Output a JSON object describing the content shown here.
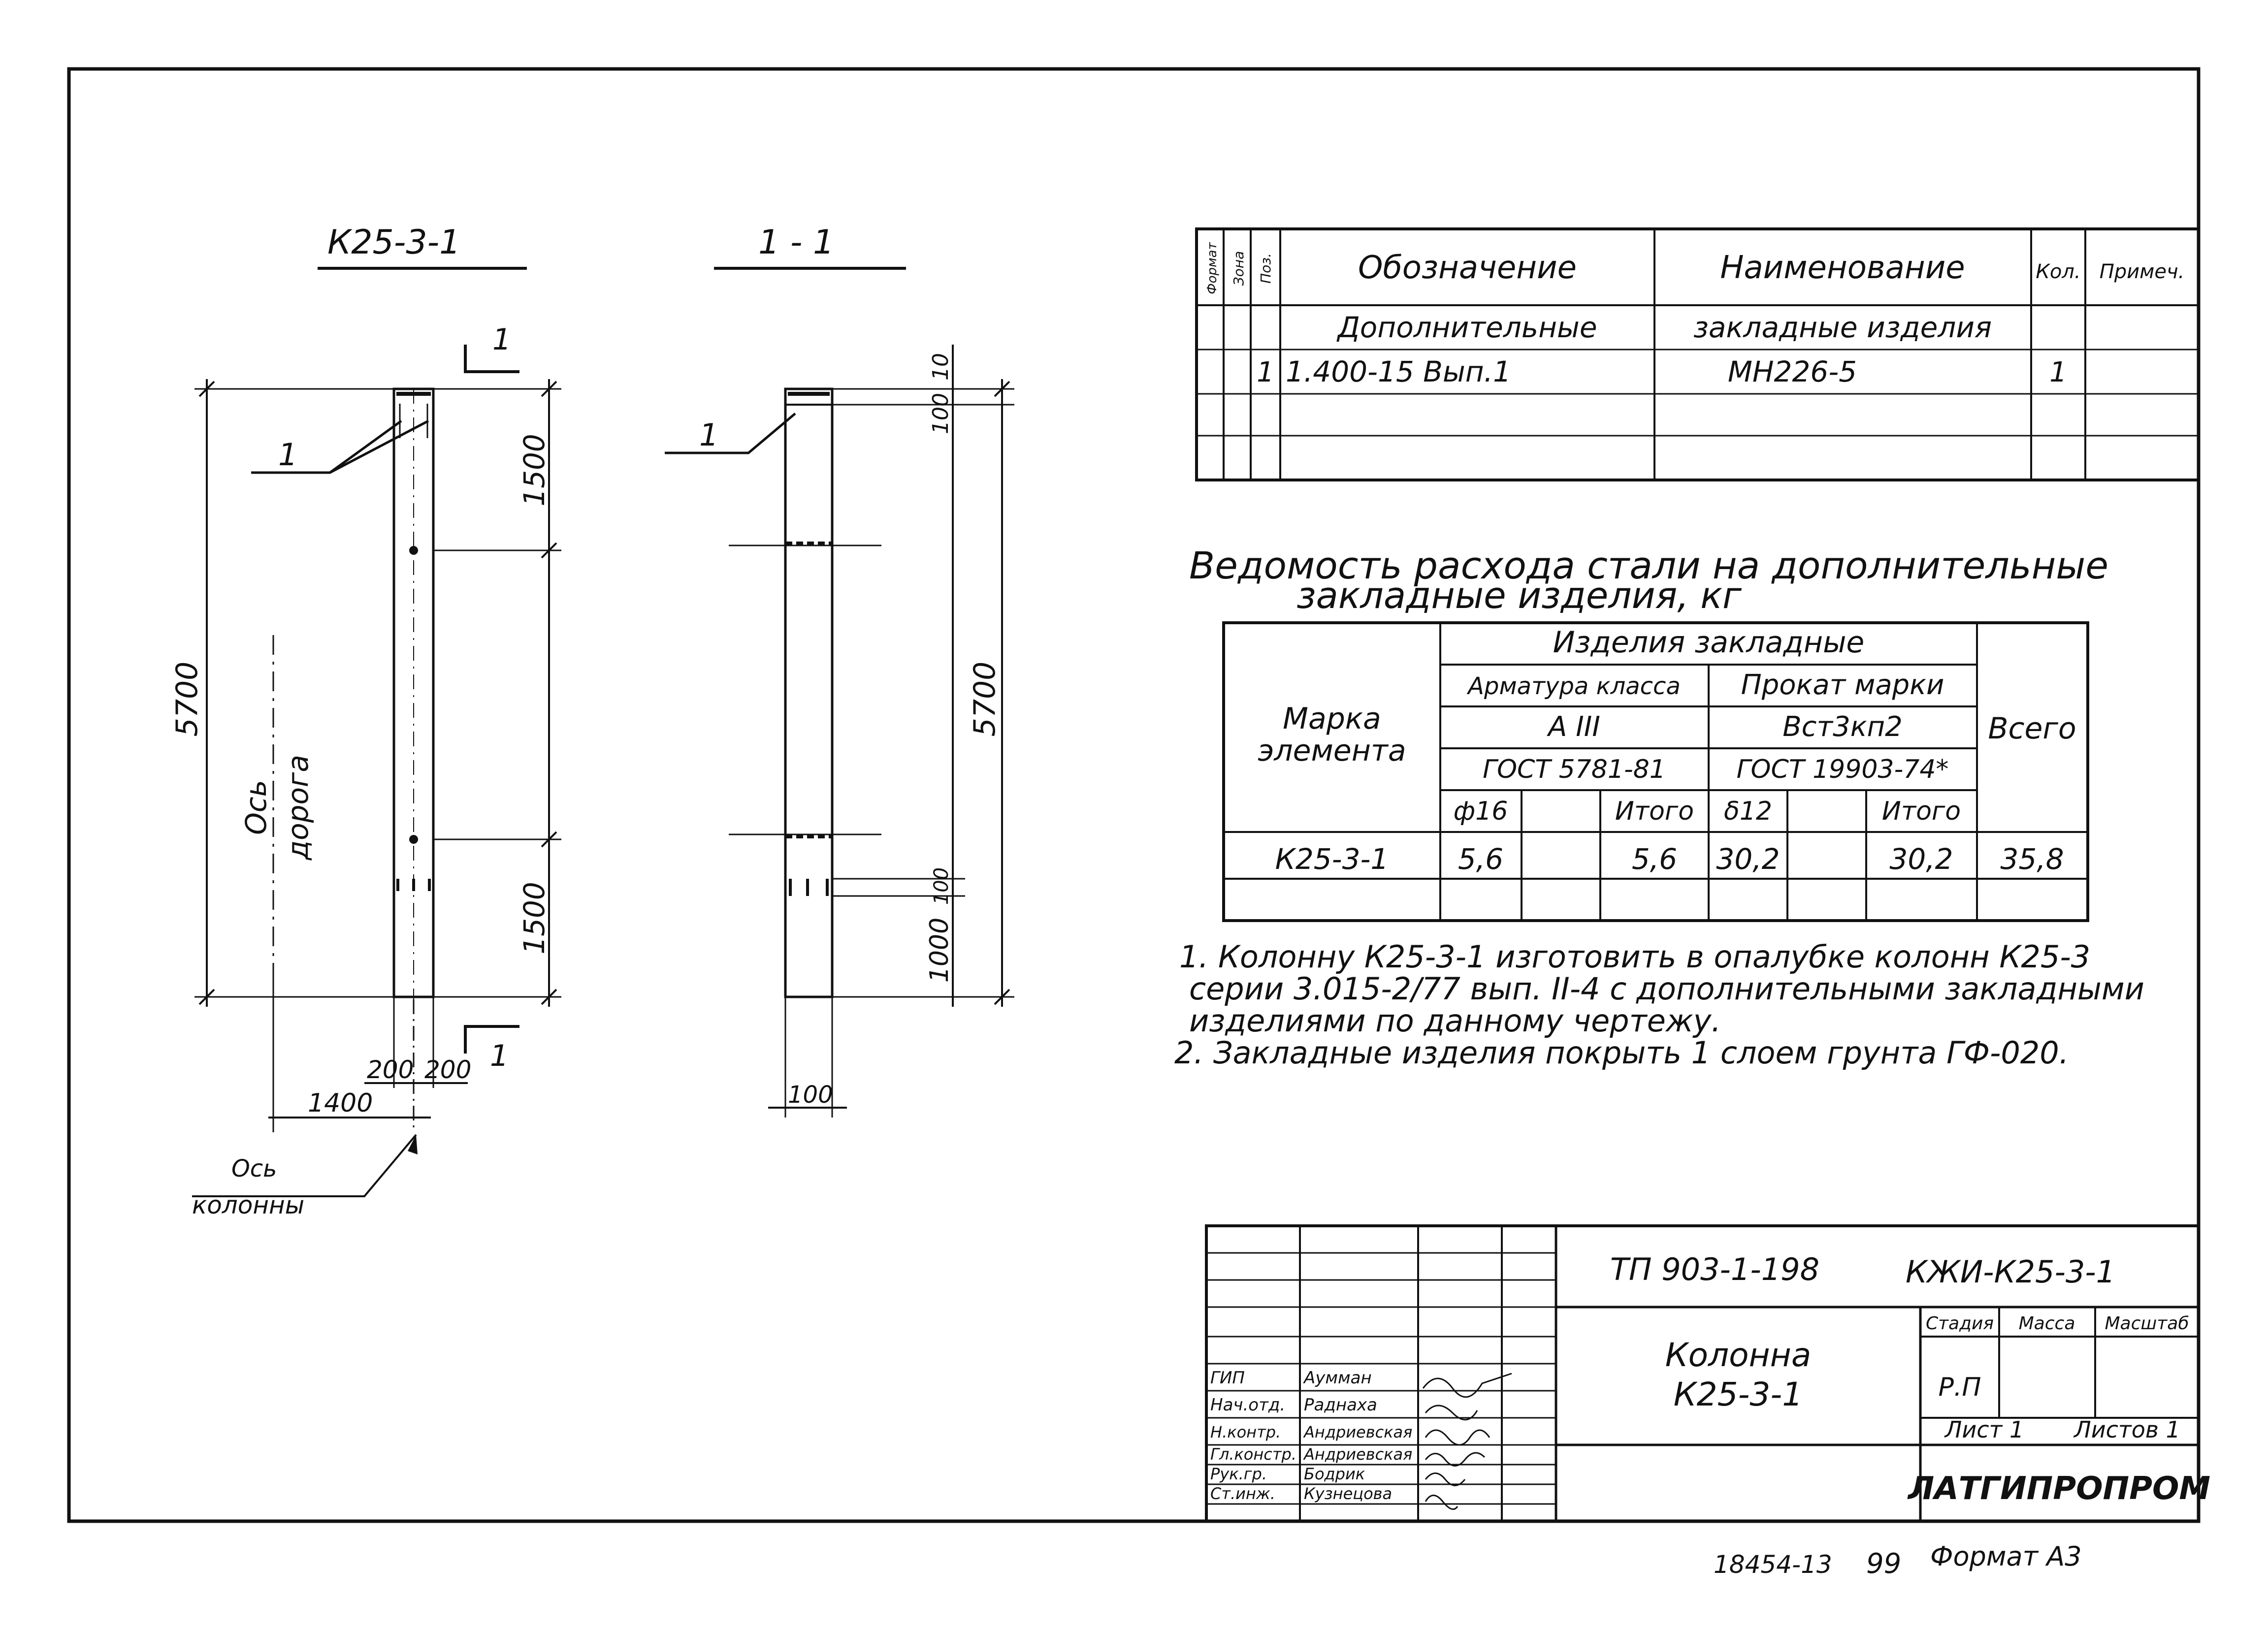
{
  "views": {
    "elevation": {
      "title": "К25-3-1",
      "leader": "1",
      "dim_total": "5700",
      "dim_top": "1500",
      "dim_bottom": "1500",
      "dim_200_left": "200",
      "dim_200_right": "200",
      "dim_1400": "1400",
      "axis_label_line1": "Ось",
      "axis_label_line2": "дорога",
      "column_axis_line1": "Ось",
      "column_axis_line2": "колонны",
      "section_mark": "1"
    },
    "section": {
      "title": "1 - 1",
      "leader": "1",
      "dim_total": "5700",
      "dim_top_100": "100",
      "dim_top_10": "10",
      "dim_bottom_1000": "1000",
      "dim_bottom_100": "100",
      "dim_width": "100"
    }
  },
  "spec_table": {
    "headers": {
      "format": "Формат",
      "zone": "Зона",
      "pos": "Поз.",
      "designation": "Обозначение",
      "name": "Наименование",
      "qty": "Кол.",
      "note": "Примеч."
    },
    "group_row": {
      "left": "Дополнительные",
      "right": "закладные изделия"
    },
    "rows": [
      {
        "pos": "1",
        "designation": "1.400-15 Вып.1",
        "name": "МН226-5",
        "qty": "1"
      }
    ]
  },
  "steel_table": {
    "title_line1": "Ведомость расхода стали на дополнительные",
    "title_line2": "закладные изделия, кг",
    "header_group": "Изделия закладные",
    "col_mark_line1": "Марка",
    "col_mark_line2": "элемента",
    "armature_class": "Арматура класса",
    "rolled_grade": "Прокат марки",
    "armature_value": "А III",
    "rolled_value": "Вст3кп2",
    "gost_armature": "ГОСТ 5781-81",
    "gost_rolled": "ГОСТ 19903-74*",
    "total_header": "Всего",
    "sub_phi": "ф16",
    "sub_itogo1": "Итого",
    "sub_delta": "δ12",
    "sub_itogo2": "Итого",
    "rows": [
      {
        "mark": "К25-3-1",
        "phi": "5,6",
        "itogo1": "5,6",
        "delta": "30,2",
        "itogo2": "30,2",
        "total": "35,8"
      }
    ]
  },
  "notes": [
    "1. Колонну К25-3-1 изготовить в опалубке колонн К25-3",
    "серии 3.015-2/77 вып. II-4 с дополнительными закладными",
    "изделиями по данному чертежу.",
    "2. Закладные изделия покрыть 1 слоем грунта ГФ-020."
  ],
  "title_block": {
    "project_code": "ТП 903-1-198",
    "sheet_code": "КЖИ-К25-3-1",
    "name_line1": "Колонна",
    "name_line2": "К25-3-1",
    "stage_header": "Стадия",
    "mass_header": "Масса",
    "scale_header": "Масштаб",
    "stage_value": "Р.П",
    "sheet_label": "Лист 1",
    "sheets_label": "Листов 1",
    "organization": "ЛАТГИПРОПРОМ",
    "roles": [
      {
        "role": "ГИП",
        "person": "Аумман"
      },
      {
        "role": "Нач.отд.",
        "person": "Раднаха"
      },
      {
        "role": "Н.контр.",
        "person": "Андриевская"
      },
      {
        "role": "Гл.констр.",
        "person": "Андриевская"
      },
      {
        "role": "Рук.гр.",
        "person": "Бодрик"
      },
      {
        "role": "Ст.инж.",
        "person": "Кузнецова"
      }
    ]
  },
  "footer": {
    "archive_number": "18454-13",
    "page_number": "99",
    "format": "Формат А3"
  }
}
